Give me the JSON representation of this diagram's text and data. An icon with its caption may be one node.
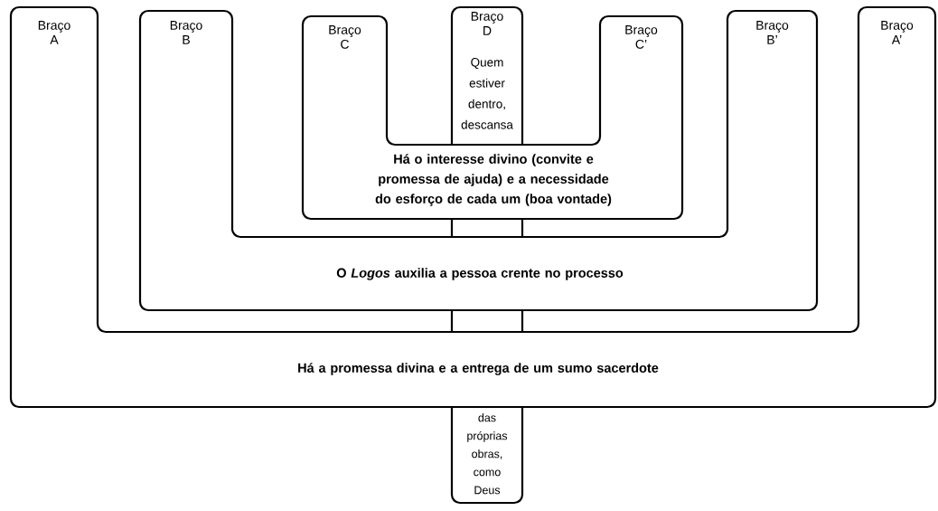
{
  "diagram": {
    "nodes": [
      {
        "text": [
          "Braço A",
          "Braço A’",
          "Há a promessa divina e a entrega de um sumo sacerdote"
        ]
      },
      {
        "text": [
          "Braço B",
          "Braço B’",
          "O *Logos* auxilia a pessoa crente no processo"
        ]
      },
      {
        "text": [
          "Braço C",
          "Braço C’",
          "Há o interesse divino (convite e promessa de ajuda) e a necessidade do esforço de cada um (boa vontade)"
        ]
      },
      {
        "text": [
          "Braço D",
          "Quem estiver dentro, descansa"
        ]
      },
      {
        "text": [
          "das próprias obras, como Deus"
        ]
      }
    ],
    "edges": [
      {
        "from": 2,
        "to": 1,
        "arrow": "none"
      },
      {
        "from": 2,
        "to": 1,
        "arrow": "none"
      },
      {
        "from": 1,
        "to": 0,
        "arrow": "none"
      },
      {
        "from": 1,
        "to": 0,
        "arrow": "none"
      }
    ]
  }
}
